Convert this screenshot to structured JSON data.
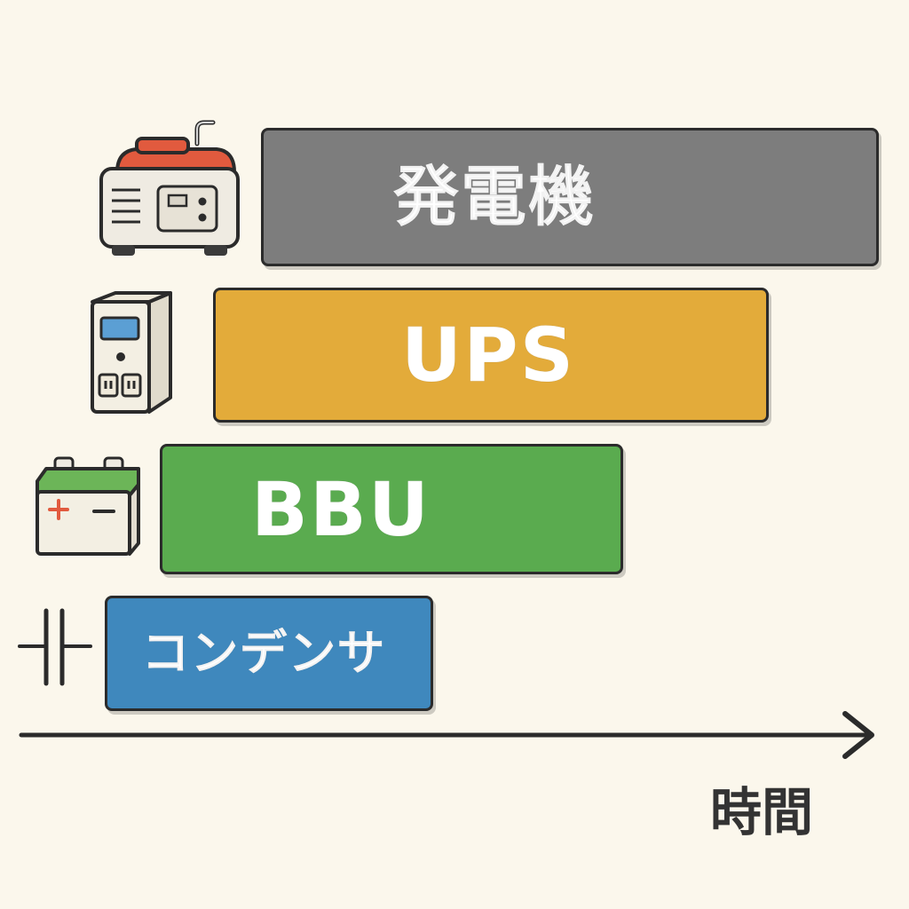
{
  "colors": {
    "background": "#fbf7ec",
    "generator": "#7d7d7d",
    "ups": "#e3ab3a",
    "bbu": "#5aab4f",
    "capacitor": "#3f88bd",
    "outline": "#2b2b2b"
  },
  "bars": [
    {
      "label": "発電機",
      "icon": "generator-icon"
    },
    {
      "label": "UPS",
      "icon": "ups-icon"
    },
    {
      "label": "BBU",
      "icon": "battery-icon"
    },
    {
      "label": "コンデンサ",
      "icon": "capacitor-icon"
    }
  ],
  "axis": {
    "label": "時間",
    "direction": "right-arrow"
  }
}
